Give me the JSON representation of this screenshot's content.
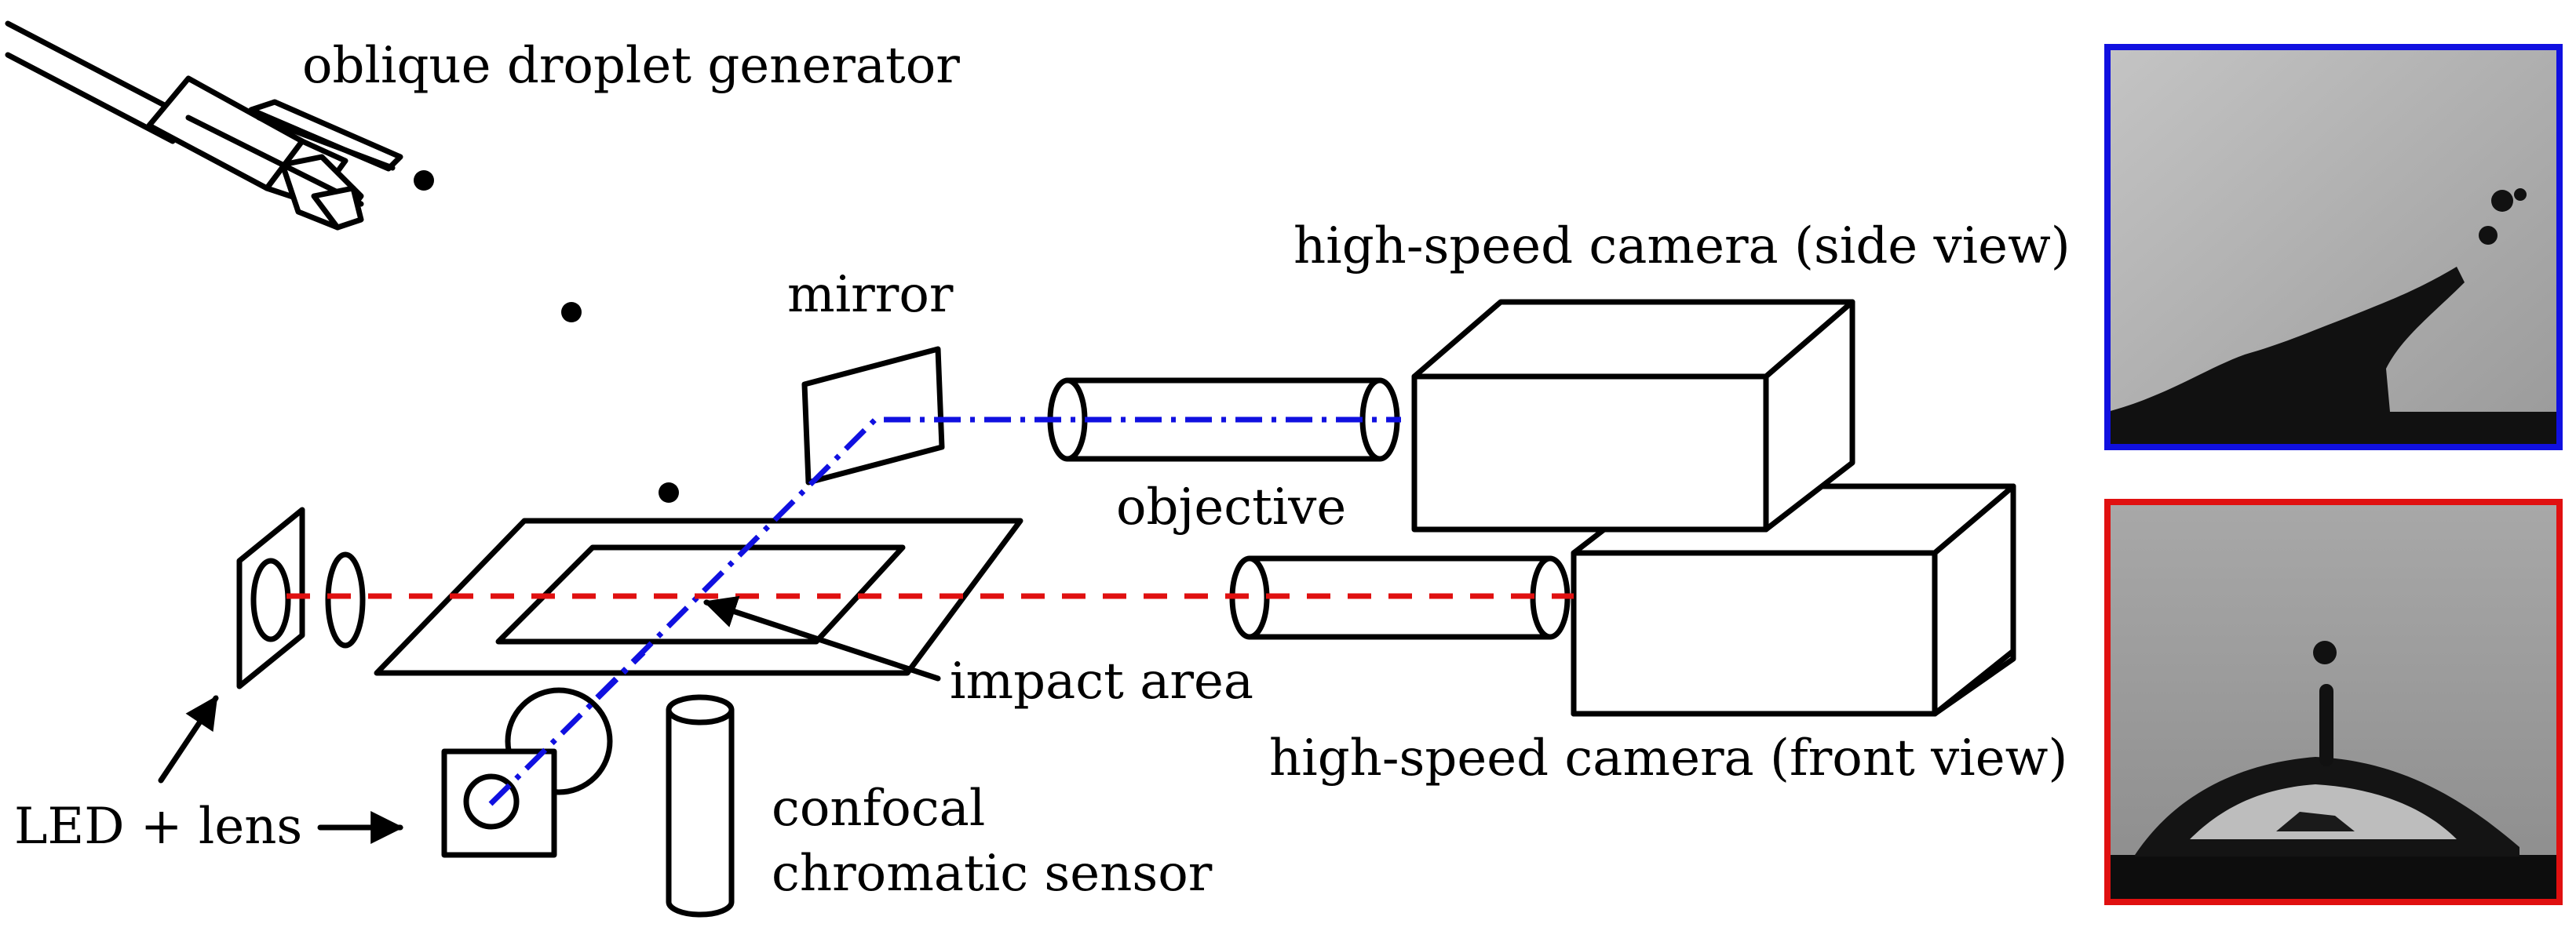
{
  "labels": {
    "droplet_generator": "oblique droplet generator",
    "mirror": "mirror",
    "camera_side": "high-speed camera (side view)",
    "objective": "objective",
    "impact_area": "impact area",
    "camera_front": "high-speed camera (front view)",
    "led_lens": "LED + lens",
    "sensor_line1": "confocal",
    "sensor_line2": "chromatic sensor"
  },
  "colors": {
    "side_view": "#1010e0",
    "front_view": "#e01010"
  }
}
